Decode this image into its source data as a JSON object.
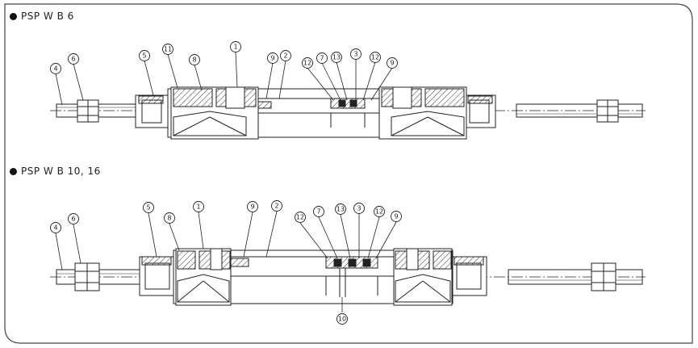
{
  "diagrams": [
    {
      "title": "PSP W B 6",
      "callouts": [
        "4",
        "6",
        "5",
        "11",
        "8",
        "1",
        "9",
        "2",
        "12",
        "7",
        "13",
        "3",
        "12",
        "9"
      ]
    },
    {
      "title": "PSP W B 10, 16",
      "callouts": [
        "4",
        "6",
        "5",
        "8",
        "1",
        "9",
        "2",
        "12",
        "7",
        "13",
        "3",
        "12",
        "9",
        "10"
      ]
    }
  ],
  "colors": {
    "line": "#222222",
    "hatch": "#333333",
    "frame": "#444444"
  }
}
